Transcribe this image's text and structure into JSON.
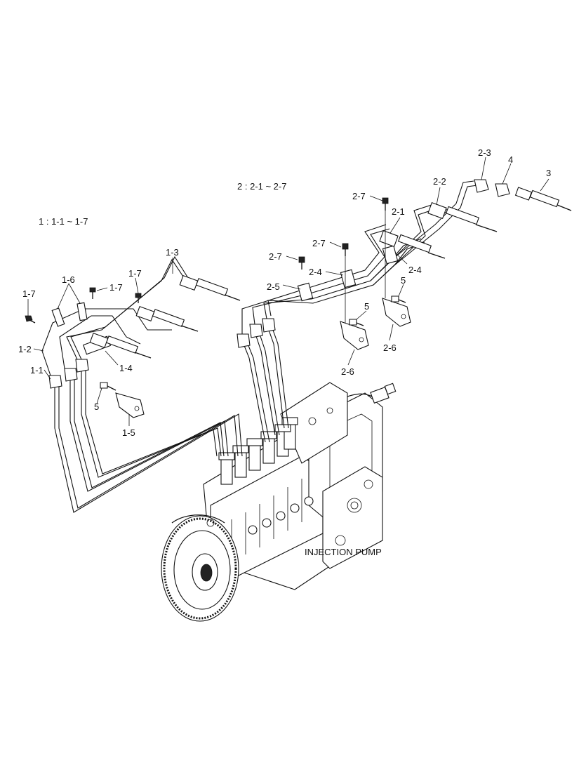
{
  "group_notes": {
    "group1": "1 : 1-1 ~ 1-7",
    "group2": "2 : 2-1 ~ 2-7"
  },
  "pump_label": "INJECTION PUMP",
  "callouts": {
    "c1_1": "1-1",
    "c1_2": "1-2",
    "c1_3": "1-3",
    "c1_4": "1-4",
    "c1_5": "1-5",
    "c1_6": "1-6",
    "c1_7a": "1-7",
    "c1_7b": "1-7",
    "c1_7c": "1-7",
    "c2_1": "2-1",
    "c2_2": "2-2",
    "c2_3": "2-3",
    "c2_4a": "2-4",
    "c2_4b": "2-4",
    "c2_5": "2-5",
    "c2_6a": "2-6",
    "c2_6b": "2-6",
    "c2_7a": "2-7",
    "c2_7b": "2-7",
    "c2_7c": "2-7",
    "c3": "3",
    "c4": "4",
    "c5a": "5",
    "c5b": "5",
    "c5c": "5"
  }
}
